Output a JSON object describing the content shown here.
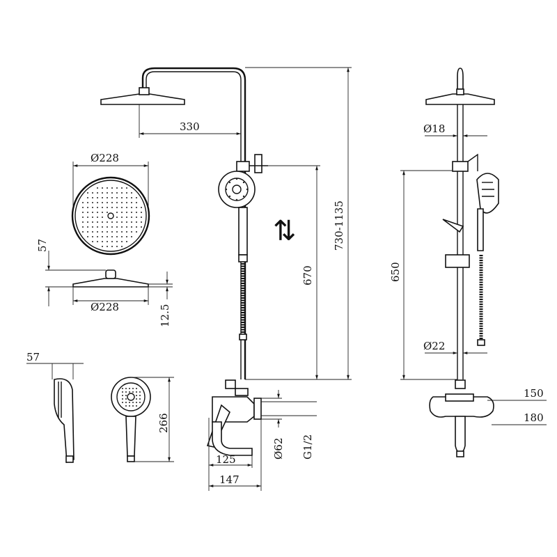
{
  "drawing": {
    "front_view": {
      "arm_reach": "330",
      "total_height": "730-1135",
      "slide_height": "670",
      "hand_shower_holder_note": "⇅",
      "mixer_depth": "125",
      "mixer_total_depth": "147",
      "escutcheon_diameter": "Ø62",
      "thread": "G1/2"
    },
    "overhead_shower_top": {
      "diameter": "Ø228"
    },
    "overhead_shower_side": {
      "height": "57",
      "diameter": "Ø228",
      "thickness": "12.5"
    },
    "hand_shower": {
      "width": "57",
      "length": "266"
    },
    "side_view": {
      "upper_pipe_diameter": "Ø18",
      "lower_pipe_diameter": "Ø22",
      "slide_height": "650",
      "centers_min": "150",
      "centers_max": "180"
    }
  }
}
